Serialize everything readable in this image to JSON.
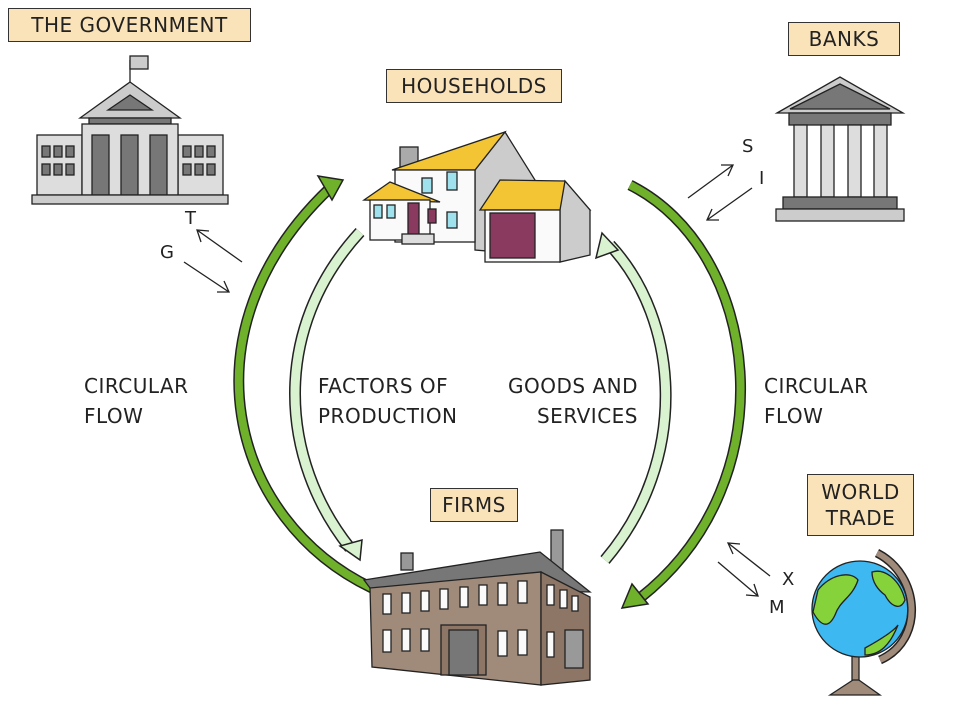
{
  "labels": {
    "government": "THE GOVERNMENT",
    "households": "HOUSEHOLDS",
    "banks": "BANKS",
    "firms": "FIRMS",
    "world_trade_line1": "WORLD",
    "world_trade_line2": "TRADE"
  },
  "flows": {
    "left_circular": [
      "CIRCULAR",
      "FLOW"
    ],
    "right_circular": [
      "CIRCULAR",
      "FLOW"
    ],
    "factors": [
      "FACTORS OF",
      "PRODUCTION"
    ],
    "goods": [
      "GOODS AND",
      "SERVICES"
    ]
  },
  "injections_withdrawals": {
    "taxes": "T",
    "government_spending": "G",
    "savings": "S",
    "investment": "I",
    "exports": "X",
    "imports": "M"
  },
  "colors": {
    "label_bg": "#fbe3b9",
    "outer_arrow": "#6fb12a",
    "inner_arrow": "#d9f2cf"
  }
}
